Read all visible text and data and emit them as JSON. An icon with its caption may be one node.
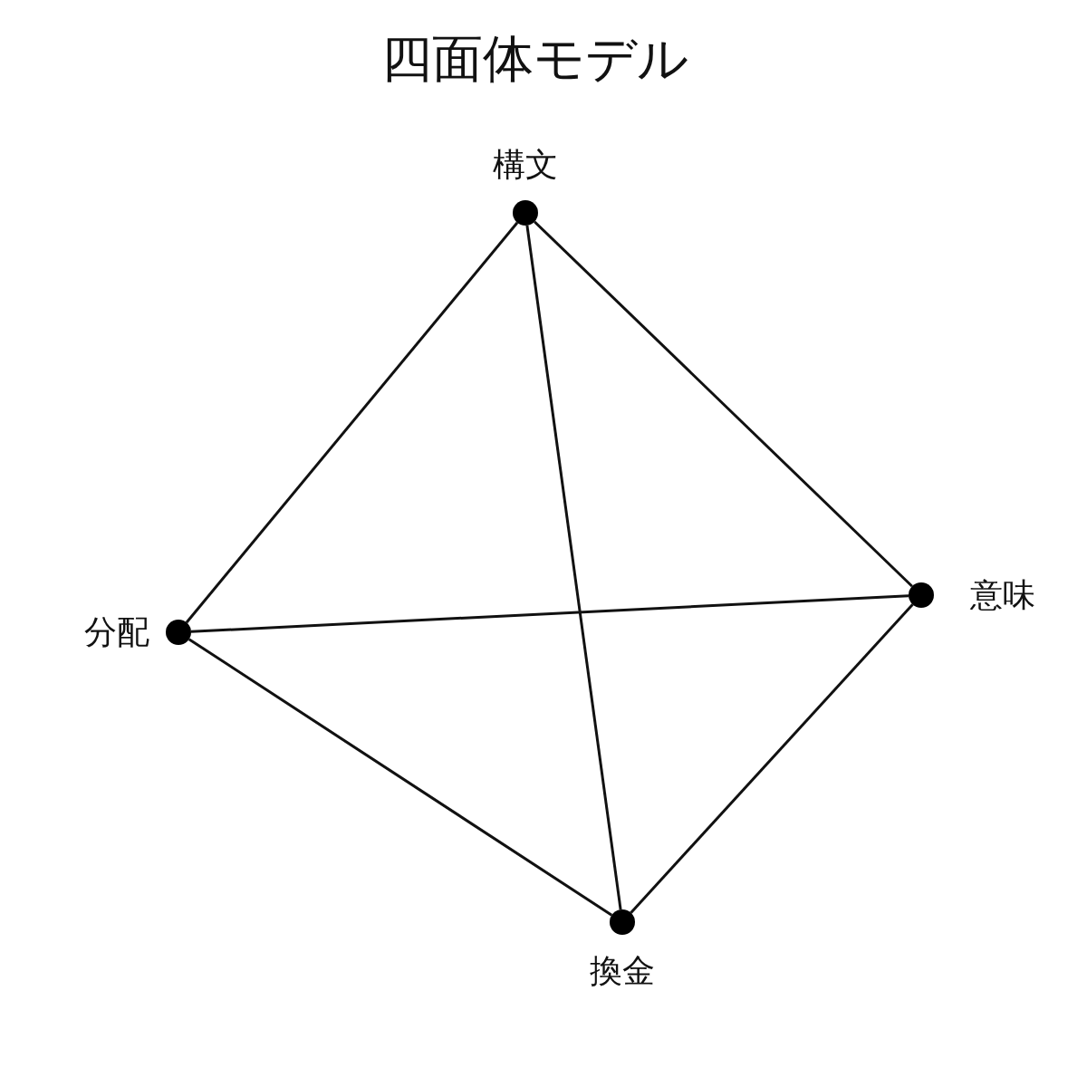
{
  "diagram": {
    "title": "四面体モデル",
    "nodes": [
      {
        "text": [
          "構文"
        ]
      },
      {
        "text": [
          "分配"
        ]
      },
      {
        "text": [
          "意味"
        ]
      },
      {
        "text": [
          "換金"
        ]
      }
    ],
    "edges": [
      {
        "from": 0,
        "to": 1,
        "arrow": "none"
      },
      {
        "from": 0,
        "to": 2,
        "arrow": "none"
      },
      {
        "from": 0,
        "to": 3,
        "arrow": "none"
      },
      {
        "from": 1,
        "to": 2,
        "arrow": "none"
      },
      {
        "from": 1,
        "to": 3,
        "arrow": "none"
      },
      {
        "from": 2,
        "to": 3,
        "arrow": "none"
      }
    ]
  }
}
